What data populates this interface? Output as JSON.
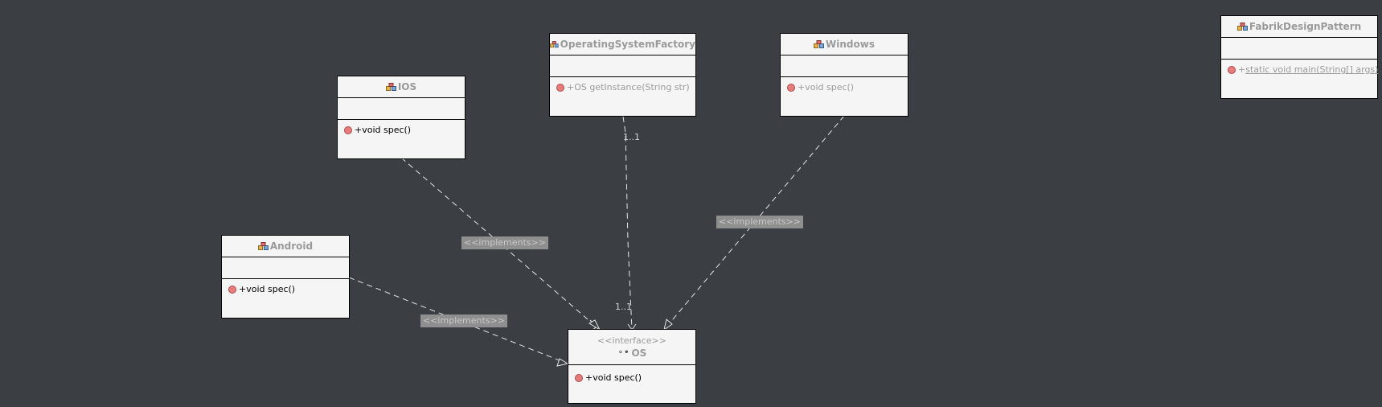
{
  "classes": {
    "ios": {
      "name": "IOS",
      "op": "+void spec()"
    },
    "android": {
      "name": "Android",
      "op": "+void spec()"
    },
    "factory": {
      "name": "OperatingSystemFactory",
      "op": "+OS getInstance(String str)"
    },
    "windows": {
      "name": "Windows",
      "op": "+void spec()"
    },
    "fabrik": {
      "name": "FabrikDesignPattern",
      "op_prefix": "+",
      "op": "static void main(String[] args)"
    },
    "os": {
      "stereotype": "<<interface>>",
      "name": "OS",
      "op": "+void spec()"
    }
  },
  "connectors": {
    "ios_label": "<<implements>>",
    "windows_label": "<<implements>>",
    "android_label": "<<implements>>",
    "factory_mult_top": "1..1",
    "factory_mult_bottom": "1..1"
  },
  "colors": {
    "background": "#3b3e42",
    "class_fill": "#f5f5f5",
    "visibility_icon": "#e77c7c",
    "line": "#e6e6e6"
  }
}
